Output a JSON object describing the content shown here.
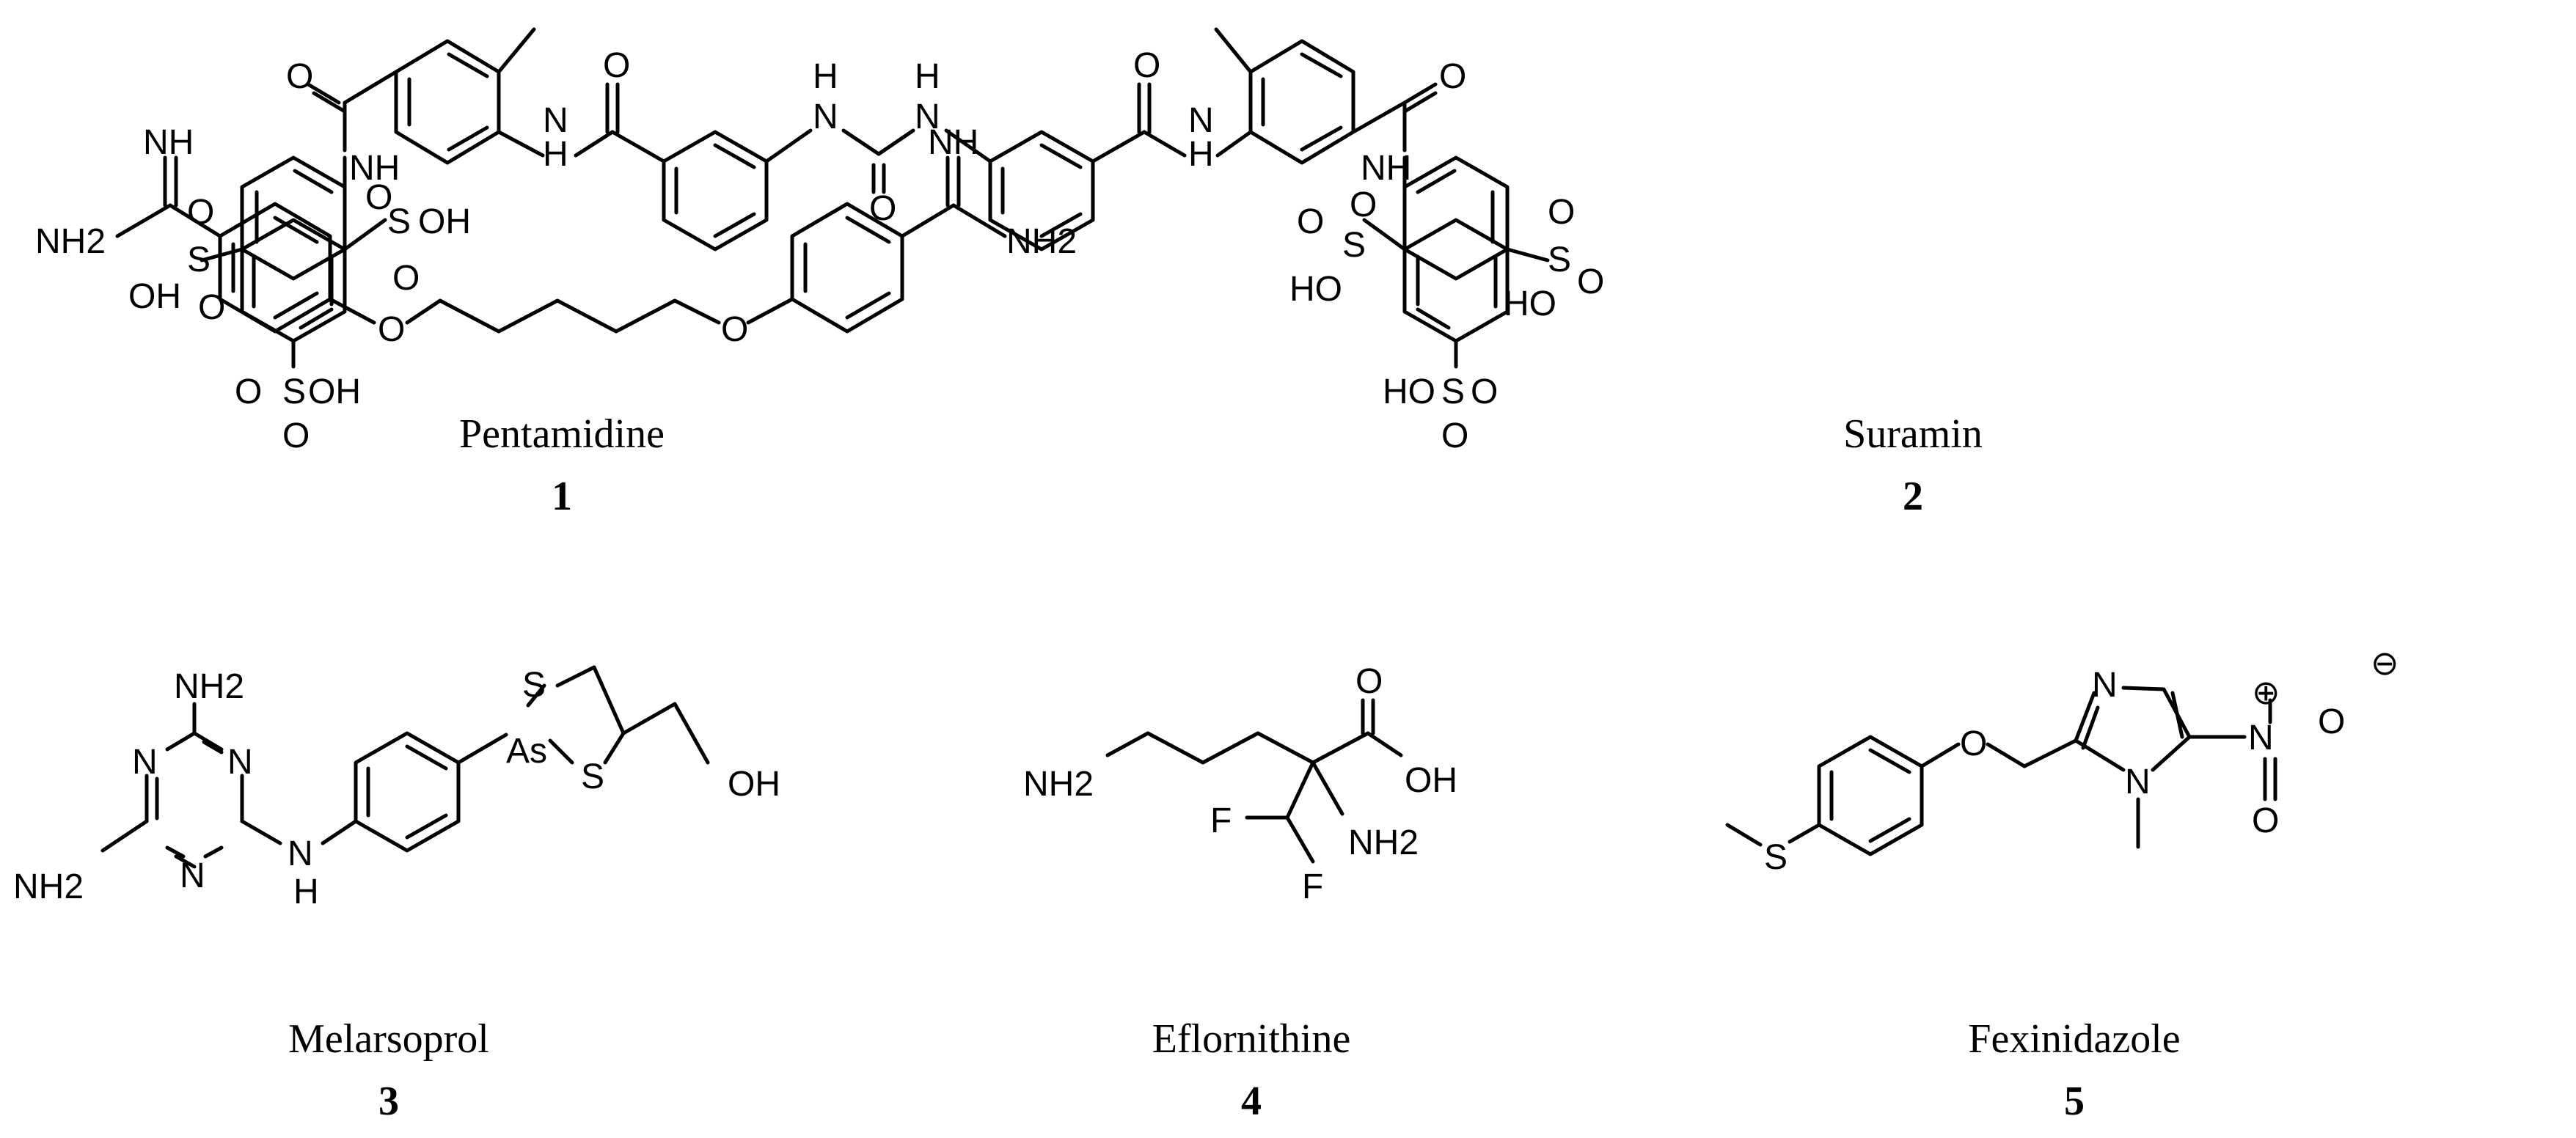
{
  "compounds": [
    {
      "name": "Pentamidine",
      "number": "1",
      "atoms": {
        "nh_left": "NH",
        "nh2_left": "NH2",
        "o_left": "O",
        "o_right": "O",
        "nh_right": "NH",
        "nh2_right": "NH2"
      }
    },
    {
      "name": "Suramin",
      "number": "2",
      "atoms": {
        "o": "O",
        "nh": "NH",
        "h": "H",
        "n": "N",
        "oh": "OH",
        "s": "S",
        "ho": "HO"
      }
    },
    {
      "name": "Melarsoprol",
      "number": "3",
      "atoms": {
        "nh2_top": "NH2",
        "n": "N",
        "nh2_left": "NH2",
        "nh": "N",
        "h": "H",
        "as": "As",
        "s": "S",
        "oh": "OH"
      }
    },
    {
      "name": "Eflornithine",
      "number": "4",
      "atoms": {
        "nh2_left": "NH2",
        "o": "O",
        "oh": "OH",
        "f": "F",
        "nh2_right": "NH2"
      }
    },
    {
      "name": "Fexinidazole",
      "number": "5",
      "atoms": {
        "s": "S",
        "o": "O",
        "n": "N",
        "plus": "⊕",
        "minus": "⊖"
      }
    }
  ]
}
